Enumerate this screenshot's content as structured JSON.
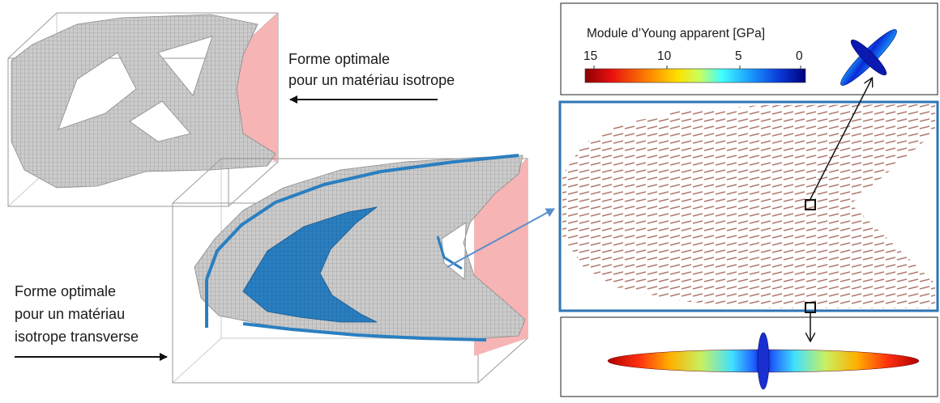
{
  "captions": {
    "isotropic": {
      "line1": "Forme optimale",
      "line2": "pour un matériau isotrope"
    },
    "transverse": {
      "line1": "Forme optimale",
      "line2": "pour un matériau",
      "line3": "isotrope transverse"
    }
  },
  "colorbar": {
    "title": "Module d’Young apparent [GPa]",
    "ticks": [
      "15",
      "10",
      "5",
      "0"
    ],
    "colors": [
      "#8b0000",
      "#e81010",
      "#ff8c00",
      "#ffe000",
      "#c8ff60",
      "#40ffff",
      "#1a9bff",
      "#0a3ad8",
      "#00007a"
    ]
  },
  "colors": {
    "voxel_gray": "#c9c9c9",
    "voxel_blue": "#2a7fc1",
    "support_pink": "#f6b4b4",
    "frame_blue": "#2e75b6",
    "orientation_line": "#b07a6e",
    "arrow": "#5b8fc9"
  },
  "icons": [
    "right-arrow-icon",
    "left-arrow-icon",
    "down-arrow-icon",
    "zoom-box-icon",
    "ellipsoid-glyph"
  ]
}
